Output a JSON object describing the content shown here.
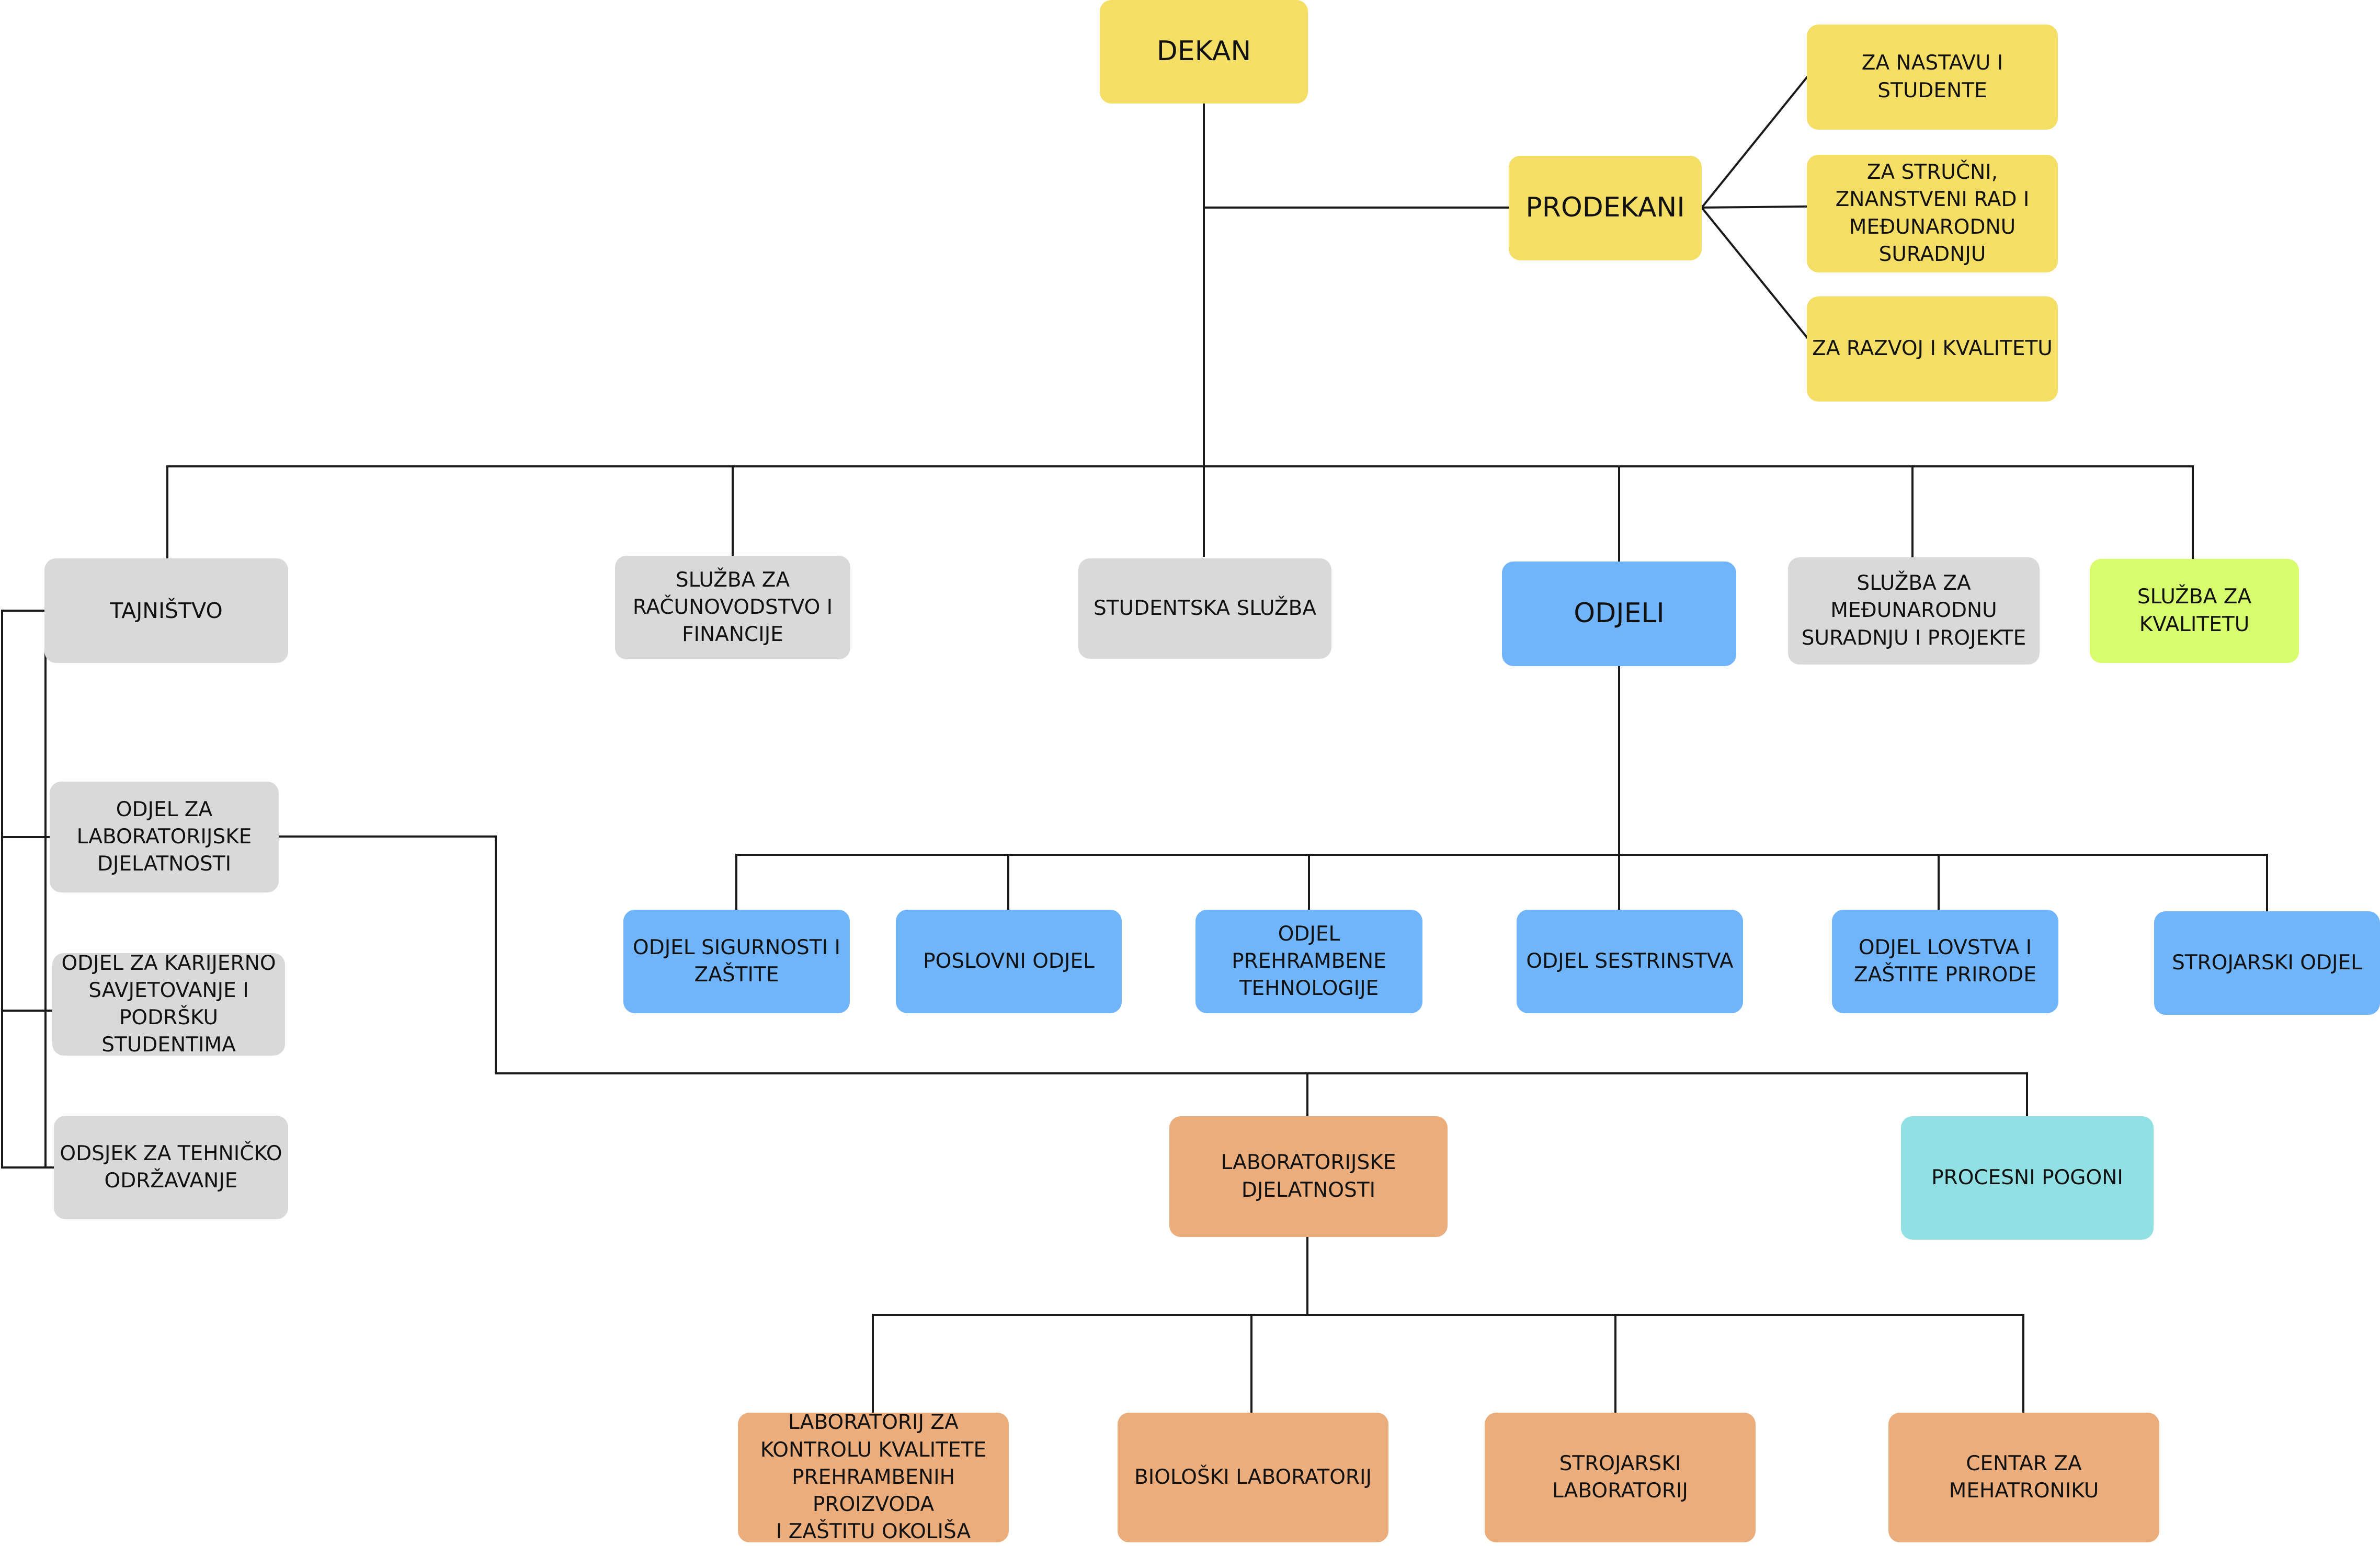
{
  "colors": {
    "leadership": "#f5de66",
    "service": "#d9d9d9",
    "department": "#70b5fa",
    "quality": "#d7fc6e",
    "laboratory": "#ebad7b",
    "process": "#91e1e4",
    "connector": "#1a1a1a"
  },
  "nodes": {
    "dekan": "DEKAN",
    "prodekani": "PRODEKANI",
    "prodekan_nastava": "ZA NASTAVU I STUDENTE",
    "prodekan_strucni": "ZA STRUČNI,\nZNANSTVENI RAD I\nMEĐUNARODNU\nSURADNJU",
    "prodekan_razvoj": "ZA RAZVOJ I KVALITETU",
    "tajnistvo": "TAJNIŠTVO",
    "racunovodstvo": "SLUŽBA ZA\nRAČUNOVODSTVO I\nFINANCIJE",
    "studentska": "STUDENTSKA SLUŽBA",
    "odjeli": "ODJELI",
    "medjunarodna": "SLUŽBA ZA\nMEĐUNARODNU\nSURADNJU I PROJEKTE",
    "kvaliteta": "SLUŽBA ZA\nKVALITETU",
    "odjel_lab": "ODJEL ZA\nLABORATORIJSKE\nDJELATNOSTI",
    "odjel_karijerno": "ODJEL ZA KARIJERNO\nSAVJETOVANJE I\nPODRŠKU STUDENTIMA",
    "odsjek_tehnicko": "ODSJEK ZA TEHNIČKO\nODRŽAVANJE",
    "odjel_sigurnosti": "ODJEL SIGURNOSTI I\nZAŠTITE",
    "poslovni": "POSLOVNI ODJEL",
    "prehrambene": "ODJEL\nPREHRAMBENE\nTEHNOLOGIJE",
    "sestrinstva": "ODJEL SESTRINSTVA",
    "lovstva": "ODJEL LOVSTVA I\nZAŠTITE PRIRODE",
    "strojarski_odjel": "STROJARSKI ODJEL",
    "lab_djelatnosti": "LABORATORIJSKE\nDJELATNOSTI",
    "procesni": "PROCESNI POGONI",
    "lab_kontrola": "LABORATORIJ ZA\nKONTROLU KVALITETE\nPREHRAMBENIH PROIZVODA\nI ZAŠTITU OKOLIŠA",
    "bioloski": "BIOLOŠKI LABORATORIJ",
    "strojarski_lab": "STROJARSKI LABORATORIJ",
    "mehatronika": "CENTAR ZA MEHATRONIKU"
  }
}
